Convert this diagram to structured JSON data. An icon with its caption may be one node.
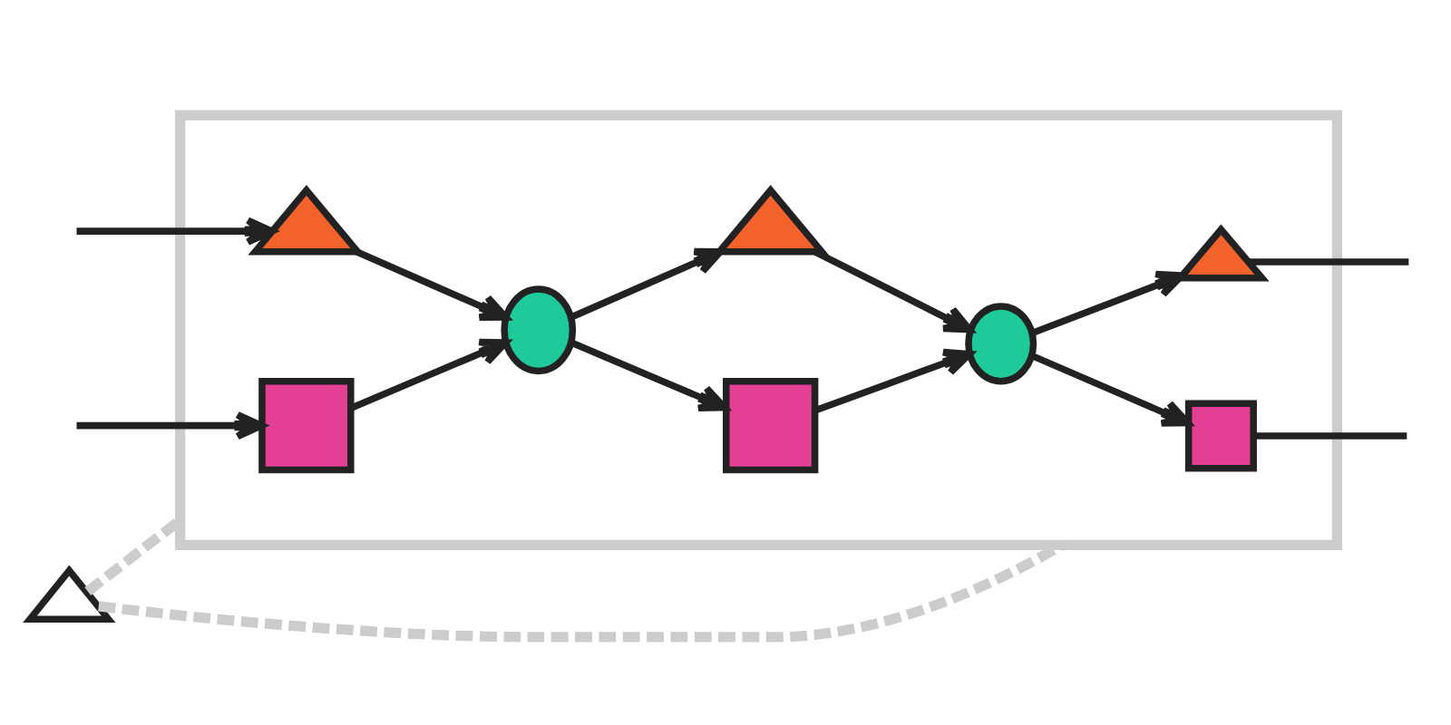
{
  "diagram": {
    "nodes": [
      {
        "text": [],
        "shape": "box"
      },
      {
        "text": [],
        "shape": "triangle",
        "in": 0
      },
      {
        "text": [],
        "shape": "square",
        "in": 0
      },
      {
        "text": [],
        "shape": "circle",
        "in": 0
      },
      {
        "text": [],
        "shape": "triangle",
        "in": 0
      },
      {
        "text": [],
        "shape": "square",
        "in": 0
      },
      {
        "text": [],
        "shape": "circle",
        "in": 0
      },
      {
        "text": [],
        "shape": "triangle",
        "in": 0
      },
      {
        "text": [],
        "shape": "square",
        "in": 0
      },
      {
        "text": [],
        "shape": "triangle"
      }
    ],
    "edges": [
      {
        "from": null,
        "to": 1,
        "arrow": "to"
      },
      {
        "from": null,
        "to": 2,
        "arrow": "to"
      },
      {
        "from": 1,
        "to": 3,
        "arrow": "to"
      },
      {
        "from": 2,
        "to": 3,
        "arrow": "to"
      },
      {
        "from": 3,
        "to": 4,
        "arrow": "to"
      },
      {
        "from": 3,
        "to": 5,
        "arrow": "to"
      },
      {
        "from": 4,
        "to": 6,
        "arrow": "to"
      },
      {
        "from": 5,
        "to": 6,
        "arrow": "to"
      },
      {
        "from": 6,
        "to": 7,
        "arrow": "to"
      },
      {
        "from": 6,
        "to": 8,
        "arrow": "to"
      },
      {
        "from": 7,
        "to": null,
        "arrow": "none"
      },
      {
        "from": 8,
        "to": null,
        "arrow": "none"
      },
      {
        "from": 9,
        "to": 0,
        "arrow": "none",
        "style": "dashed",
        "color": "#cccccc"
      },
      {
        "from": 9,
        "to": 0,
        "arrow": "none",
        "style": "dashed",
        "color": "#cccccc"
      }
    ]
  }
}
